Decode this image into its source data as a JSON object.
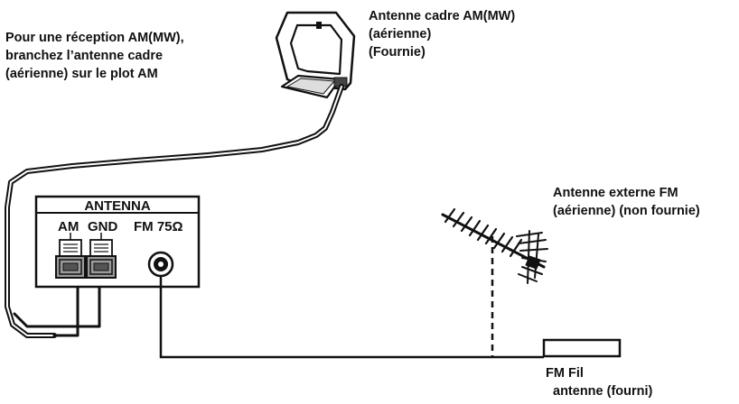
{
  "instruction": {
    "lines": [
      "Pour une réception AM(MW),",
      "branchez l’antenne cadre",
      "(aérienne) sur le plot AM"
    ]
  },
  "am_antenna_label": {
    "lines": [
      "Antenne cadre AM(MW)",
      "(aérienne)",
      "(Fournie)"
    ]
  },
  "fm_external_label": {
    "lines": [
      "Antenne externe FM",
      "(aérienne) (non fournie)"
    ]
  },
  "fm_wire_label": {
    "lines": [
      "FM Fil",
      "antenne (fourni)"
    ]
  },
  "panel": {
    "title": "ANTENNA",
    "am": "AM",
    "gnd": "GND",
    "fm": "FM 75Ω"
  },
  "colors": {
    "line": "#111111",
    "terminal_fill": "#9a9a9a",
    "background": "#ffffff"
  }
}
